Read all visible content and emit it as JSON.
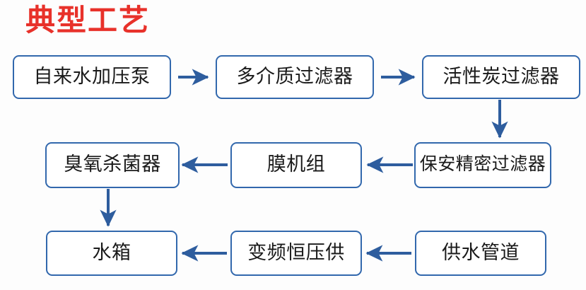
{
  "title": "典型工艺",
  "colors": {
    "title_red": "#e8312a",
    "box_border_blue": "#3268ad",
    "arrow_blue": "#2e5d9e",
    "text_black": "#1a1a1a",
    "background": "#fdfdfd"
  },
  "nodes": [
    {
      "id": "raw-water-pump",
      "label": "自来水加压泵",
      "row": 1,
      "col": 1
    },
    {
      "id": "multimedia-filter",
      "label": "多介质过滤器",
      "row": 1,
      "col": 2
    },
    {
      "id": "activated-carbon-filter",
      "label": "活性炭过滤器",
      "row": 1,
      "col": 3
    },
    {
      "id": "security-fine-filter",
      "label": "保安精密过滤器",
      "row": 2,
      "col": 3
    },
    {
      "id": "membrane-unit",
      "label": "膜机组",
      "row": 2,
      "col": 2
    },
    {
      "id": "ozone-sterilizer",
      "label": "臭氧杀菌器",
      "row": 2,
      "col": 1
    },
    {
      "id": "water-tank",
      "label": "水箱",
      "row": 3,
      "col": 1
    },
    {
      "id": "vfd-constant-pressure",
      "label": "变频恒压供",
      "row": 3,
      "col": 2
    },
    {
      "id": "water-supply-pipe",
      "label": "供水管道",
      "row": 3,
      "col": 3
    }
  ],
  "flow_order": [
    "自来水加压泵",
    "多介质过滤器",
    "活性炭过滤器",
    "保安精密过滤器",
    "膜机组",
    "臭氧杀菌器",
    "水箱",
    "变频恒压供",
    "供水管道"
  ],
  "arrows": [
    {
      "id": "arrow-pump-to-multimedia",
      "direction": "right"
    },
    {
      "id": "arrow-multimedia-to-carbon",
      "direction": "right"
    },
    {
      "id": "arrow-carbon-to-security",
      "direction": "down"
    },
    {
      "id": "arrow-security-to-membrane",
      "direction": "left"
    },
    {
      "id": "arrow-membrane-to-ozone",
      "direction": "left"
    },
    {
      "id": "arrow-ozone-to-tank",
      "direction": "down"
    },
    {
      "id": "arrow-vfd-to-tank",
      "direction": "left"
    },
    {
      "id": "arrow-pipe-to-vfd",
      "direction": "left"
    }
  ]
}
